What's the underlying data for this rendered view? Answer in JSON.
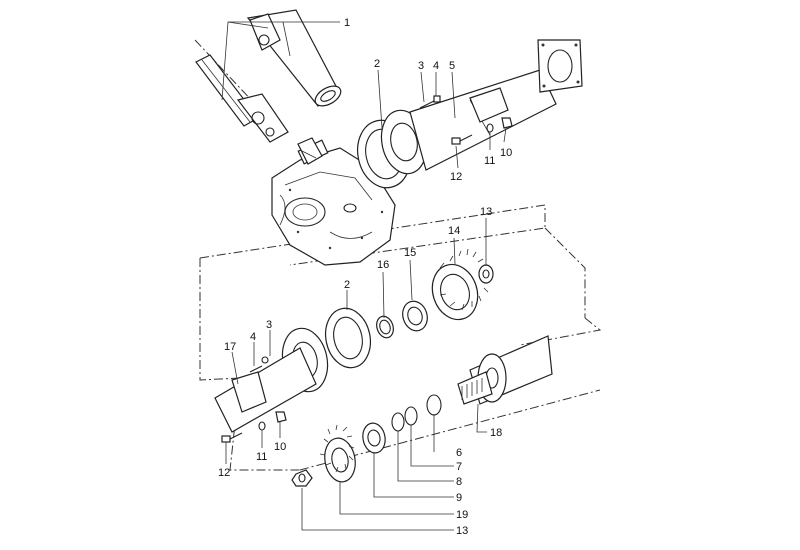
{
  "diagram": {
    "callouts": {
      "c1": "1",
      "c2a": "2",
      "c3a": "3",
      "c4a": "4",
      "c5": "5",
      "c10a": "10",
      "c11a": "11",
      "c12a": "12",
      "c13a": "13",
      "c14": "14",
      "c15": "15",
      "c16": "16",
      "c2b": "2",
      "c3b": "3",
      "c4b": "4",
      "c17": "17",
      "c18": "18",
      "c6": "6",
      "c7": "7",
      "c8": "8",
      "c9": "9",
      "c19": "19",
      "c13b": "13",
      "c10b": "10",
      "c11b": "11",
      "c12b": "12"
    }
  }
}
